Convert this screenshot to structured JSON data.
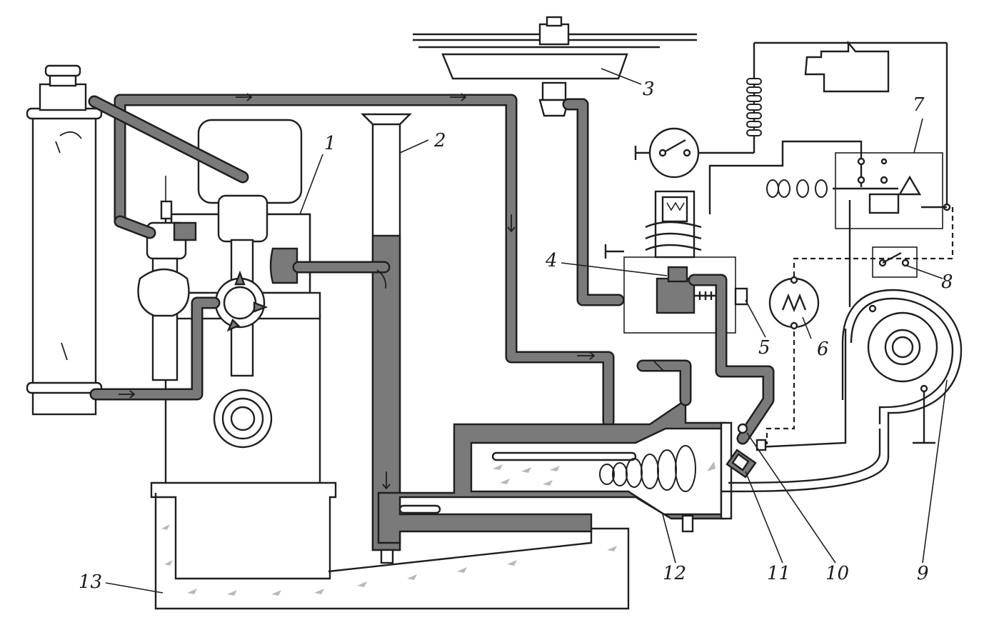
{
  "callouts": {
    "c1": "1",
    "c2": "2",
    "c3": "3",
    "c4": "4",
    "c5": "5",
    "c6": "6",
    "c7": "7",
    "c8": "8",
    "c9": "9",
    "c10": "10",
    "c11": "11",
    "c12": "12",
    "c13": "13"
  },
  "colors": {
    "line": "#1f1f1f",
    "liquid": "#7a7a7a",
    "flame": "#b9b9b9",
    "background": "#ffffff"
  }
}
